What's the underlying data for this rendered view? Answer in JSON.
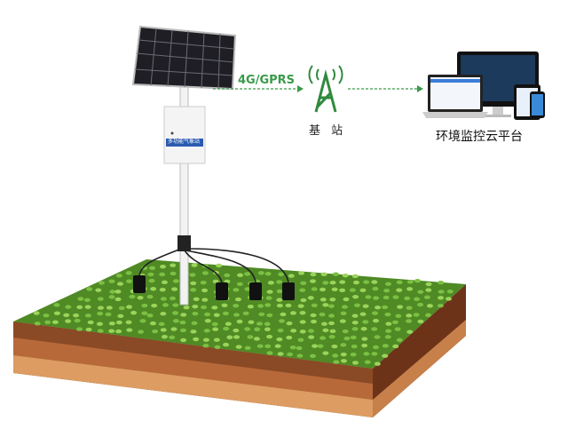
{
  "link_label": "4G/GPRS",
  "base_station_label": "基 站",
  "platform_label": "环境监控云平台",
  "device_box_label": "多功能气象站",
  "colors": {
    "accent_green": "#3a9a4a",
    "grass": "#5f9e2e",
    "soil_dark": "#7a3a1e",
    "soil_light": "#d9955a"
  }
}
